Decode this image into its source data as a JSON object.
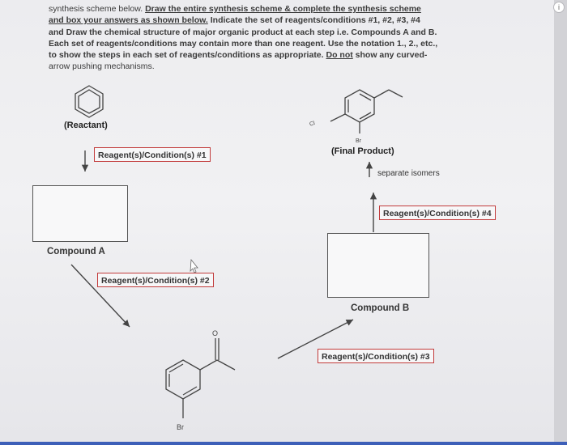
{
  "instructions": {
    "line1": "synthesis scheme below.",
    "line1_bold": "Draw the entire synthesis scheme & complete the synthesis scheme",
    "line2_bold": "and box your answers as shown below.",
    "line2_rest": "Indicate the set of reagents/conditions #1, #2, #3, #4",
    "line3": "and Draw the chemical structure of major organic product at each step i.e. Compounds A and B.",
    "line4": "Each set of reagents/conditions may contain more than one reagent. Use the notation 1., 2., etc.,",
    "line5_start": "to show the steps in each set of reagents/conditions as appropriate.",
    "line5_underline": "Do not",
    "line5_end": "show any curved-",
    "line6": "arrow pushing mechanisms."
  },
  "labels": {
    "reactant": "(Reactant)",
    "final_product": "(Final Product)",
    "separate_isomers": "separate isomers",
    "compound_a": "Compound A",
    "compound_b": "Compound B"
  },
  "reagents": {
    "r1": "Reagent(s)/Condition(s) #1",
    "r2": "Reagent(s)/Condition(s) #2",
    "r3": "Reagent(s)/Condition(s) #3",
    "r4": "Reagent(s)/Condition(s) #4"
  },
  "atoms": {
    "cl": "Cl",
    "br_top": "Br",
    "br_bottom": "Br",
    "o": "O"
  },
  "icons": {
    "corner": "info-circle-icon",
    "corner_glyph": "i"
  }
}
